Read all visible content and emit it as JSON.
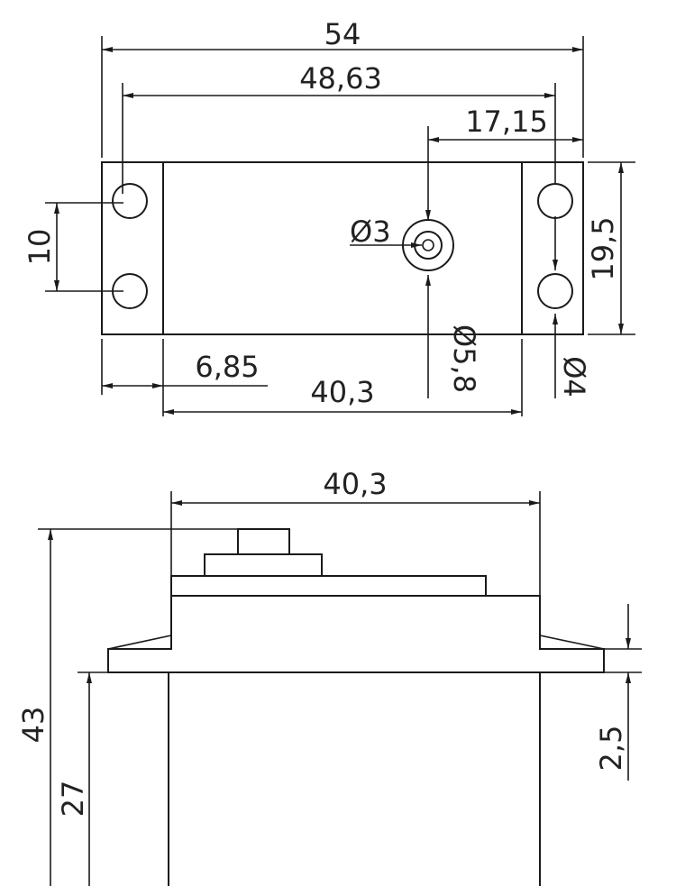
{
  "drawing": {
    "top_view": {
      "overall_length": "54",
      "hole_spacing_length": "48,63",
      "shaft_offset": "17,15",
      "height": "19,5",
      "hole_spacing_vertical": "10",
      "shaft_inner_diameter": "Ø3",
      "shaft_outer_diameter": "Ø5,8",
      "hole_diameter": "Ø4",
      "flange_width": "6,85",
      "body_length": "40,3"
    },
    "side_view": {
      "body_length": "40,3",
      "total_height": "43",
      "flange_height": "27",
      "flange_thickness": "2,5"
    }
  }
}
